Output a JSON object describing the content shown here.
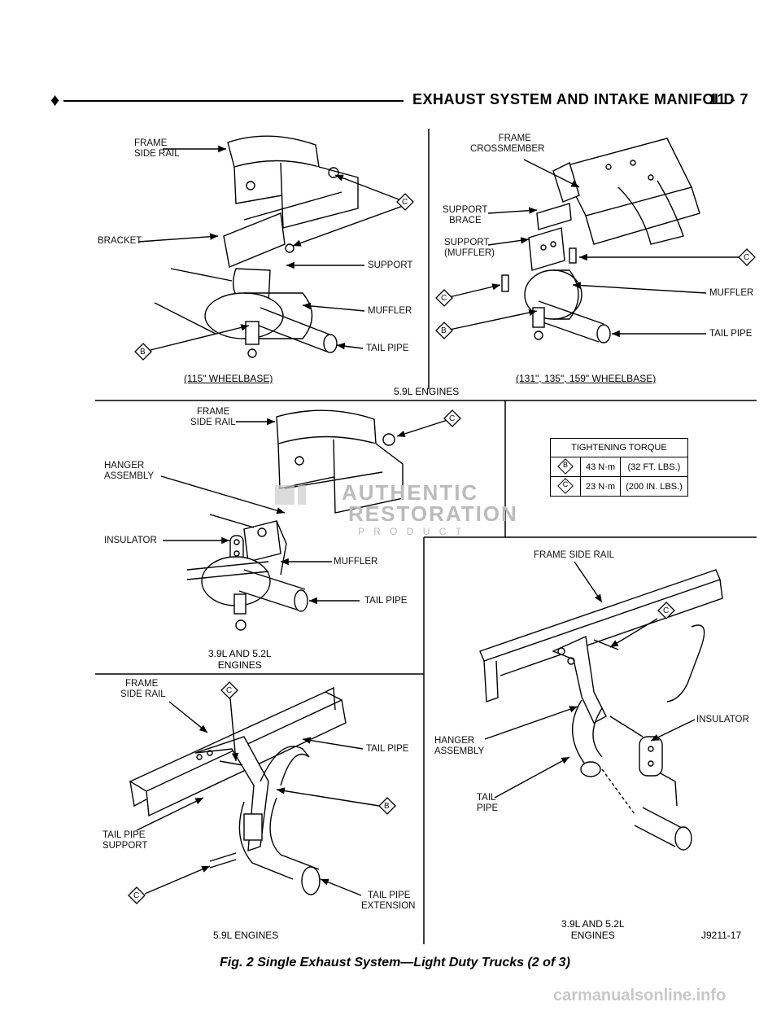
{
  "header": {
    "bullet": "♦",
    "title": "EXHAUST SYSTEM AND INTAKE MANIFOLD",
    "page_number": "11 - 7"
  },
  "panel_top_left": {
    "labels": {
      "frame_side_rail": [
        "FRAME",
        "SIDE RAIL"
      ],
      "bracket": "BRACKET",
      "support": "SUPPORT",
      "muffler": "MUFFLER",
      "tail_pipe": "TAIL PIPE",
      "callout_c": "C",
      "callout_b": "B"
    },
    "caption": "(115\" WHEELBASE)"
  },
  "panel_top_right": {
    "labels": {
      "frame_crossmember": [
        "FRAME",
        "CROSSMEMBER"
      ],
      "support_brace": [
        "SUPPORT",
        "BRACE"
      ],
      "support_muffler": [
        "SUPPORT",
        "(MUFFLER)"
      ],
      "muffler": "MUFFLER",
      "tail_pipe": "TAIL PIPE",
      "callout_c1": "C",
      "callout_c2": "C",
      "callout_b": "B"
    },
    "caption": "(131\", 135\", 159\" WHEELBASE)"
  },
  "top_engines_caption": "5.9L ENGINES",
  "panel_mid_left": {
    "labels": {
      "frame_side_rail": [
        "FRAME",
        "SIDE RAIL"
      ],
      "hanger_assembly": [
        "HANGER",
        "ASSEMBLY"
      ],
      "insulator": "INSULATOR",
      "muffler": "MUFFLER",
      "tail_pipe": "TAIL PIPE",
      "callout_c": "C"
    },
    "caption": [
      "3.9L AND 5.2L",
      "ENGINES"
    ]
  },
  "watermark": {
    "line1": "AUTHENTIC",
    "line2": "RESTORATION",
    "line3": "P R O D U C T"
  },
  "torque_table": {
    "title": "TIGHTENING TORQUE",
    "rows": [
      {
        "callout": "B",
        "metric": "43 N·m",
        "imperial": "(32 FT. LBS.)"
      },
      {
        "callout": "C",
        "metric": "23 N·m",
        "imperial": "(200 IN. LBS.)"
      }
    ]
  },
  "panel_bottom_left": {
    "labels": {
      "frame_side_rail": [
        "FRAME",
        "SIDE RAIL"
      ],
      "tail_pipe": "TAIL PIPE",
      "tail_pipe_support": [
        "TAIL PIPE",
        "SUPPORT"
      ],
      "tail_pipe_extension": [
        "TAIL PIPE",
        "EXTENSION"
      ],
      "callout_c1": "C",
      "callout_c2": "C",
      "callout_b": "B"
    },
    "caption": "5.9L ENGINES"
  },
  "panel_bottom_right": {
    "labels": {
      "frame_side_rail": "FRAME SIDE RAIL",
      "insulator": "INSULATOR",
      "hanger_assembly": [
        "HANGER",
        "ASSEMBLY"
      ],
      "tail_pipe": [
        "TAIL",
        "PIPE"
      ],
      "callout_c": "C"
    },
    "caption": [
      "3.9L AND 5.2L",
      "ENGINES"
    ],
    "figure_code": "J9211-17"
  },
  "figure_caption": "Fig. 2 Single Exhaust System—Light Duty Trucks (2 of 3)",
  "footer_site": "carmanualsonline.info"
}
